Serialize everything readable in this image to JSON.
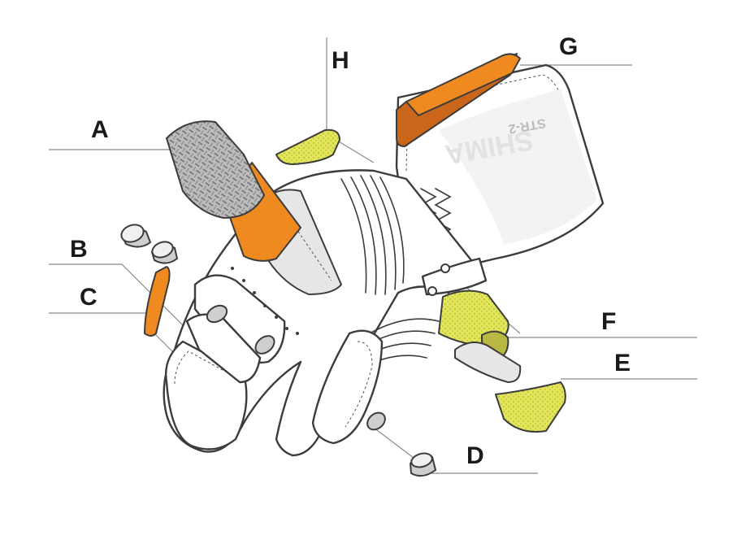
{
  "labels": {
    "a": "A",
    "b": "B",
    "c": "C",
    "d": "D",
    "e": "E",
    "f": "F",
    "g": "G",
    "h": "H"
  },
  "brand_text": "SHIMA",
  "model_text": "STR-2",
  "colors": {
    "orange": "#ee8a1f",
    "yellow": "#e4e65a",
    "carbon_gray": "#bdbdbd",
    "outline": "#3c3c3c"
  }
}
